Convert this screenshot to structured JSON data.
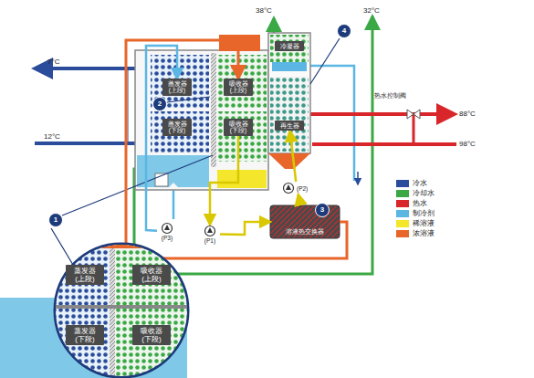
{
  "diagram": {
    "nodes": [
      {
        "text": [
          "蒸发器 (上段)"
        ]
      },
      {
        "text": [
          "蒸发器 (下段)"
        ]
      },
      {
        "text": [
          "吸收器 (上段)"
        ]
      },
      {
        "text": [
          "吸收器 (下段)"
        ]
      },
      {
        "text": [
          "冷凝器"
        ]
      },
      {
        "text": [
          "再生器"
        ]
      },
      {
        "text": [
          "溶液热交换器"
        ]
      },
      {
        "text": [
          "(P3)"
        ]
      },
      {
        "text": [
          "(P1)"
        ]
      },
      {
        "text": [
          "(P2)"
        ]
      },
      {
        "text": [
          "蒸发器 (上段)"
        ]
      },
      {
        "text": [
          "吸收器 (上段)"
        ]
      },
      {
        "text": [
          "蒸发器 (下段)"
        ]
      },
      {
        "text": [
          "吸收器 (下段)"
        ]
      }
    ],
    "edges": [
      {
        "from": 3,
        "to": 8,
        "arrow": "to"
      },
      {
        "from": 8,
        "to": 6,
        "arrow": "to"
      },
      {
        "from": 6,
        "to": 9,
        "arrow": "to"
      },
      {
        "from": 9,
        "to": 5,
        "arrow": "to"
      },
      {
        "from": 6,
        "to": 2,
        "arrow": "to"
      },
      {
        "from": 7,
        "to": 0,
        "arrow": "to"
      }
    ],
    "labels": [
      "38°C",
      "32°C",
      "7°C",
      "12°C",
      "热水控制阀",
      "88°C",
      "98°C",
      "1",
      "2",
      "3",
      "4"
    ],
    "legend": [
      {
        "text": "冷水",
        "color": "#2b4c9b"
      },
      {
        "text": "冷却水",
        "color": "#3aa845"
      },
      {
        "text": "热水",
        "color": "#d8262a"
      },
      {
        "text": "制冷剂",
        "color": "#5bb6e3"
      },
      {
        "text": "稀溶液",
        "color": "#f3e62b"
      },
      {
        "text": "浓溶液",
        "color": "#e8662a"
      }
    ]
  }
}
